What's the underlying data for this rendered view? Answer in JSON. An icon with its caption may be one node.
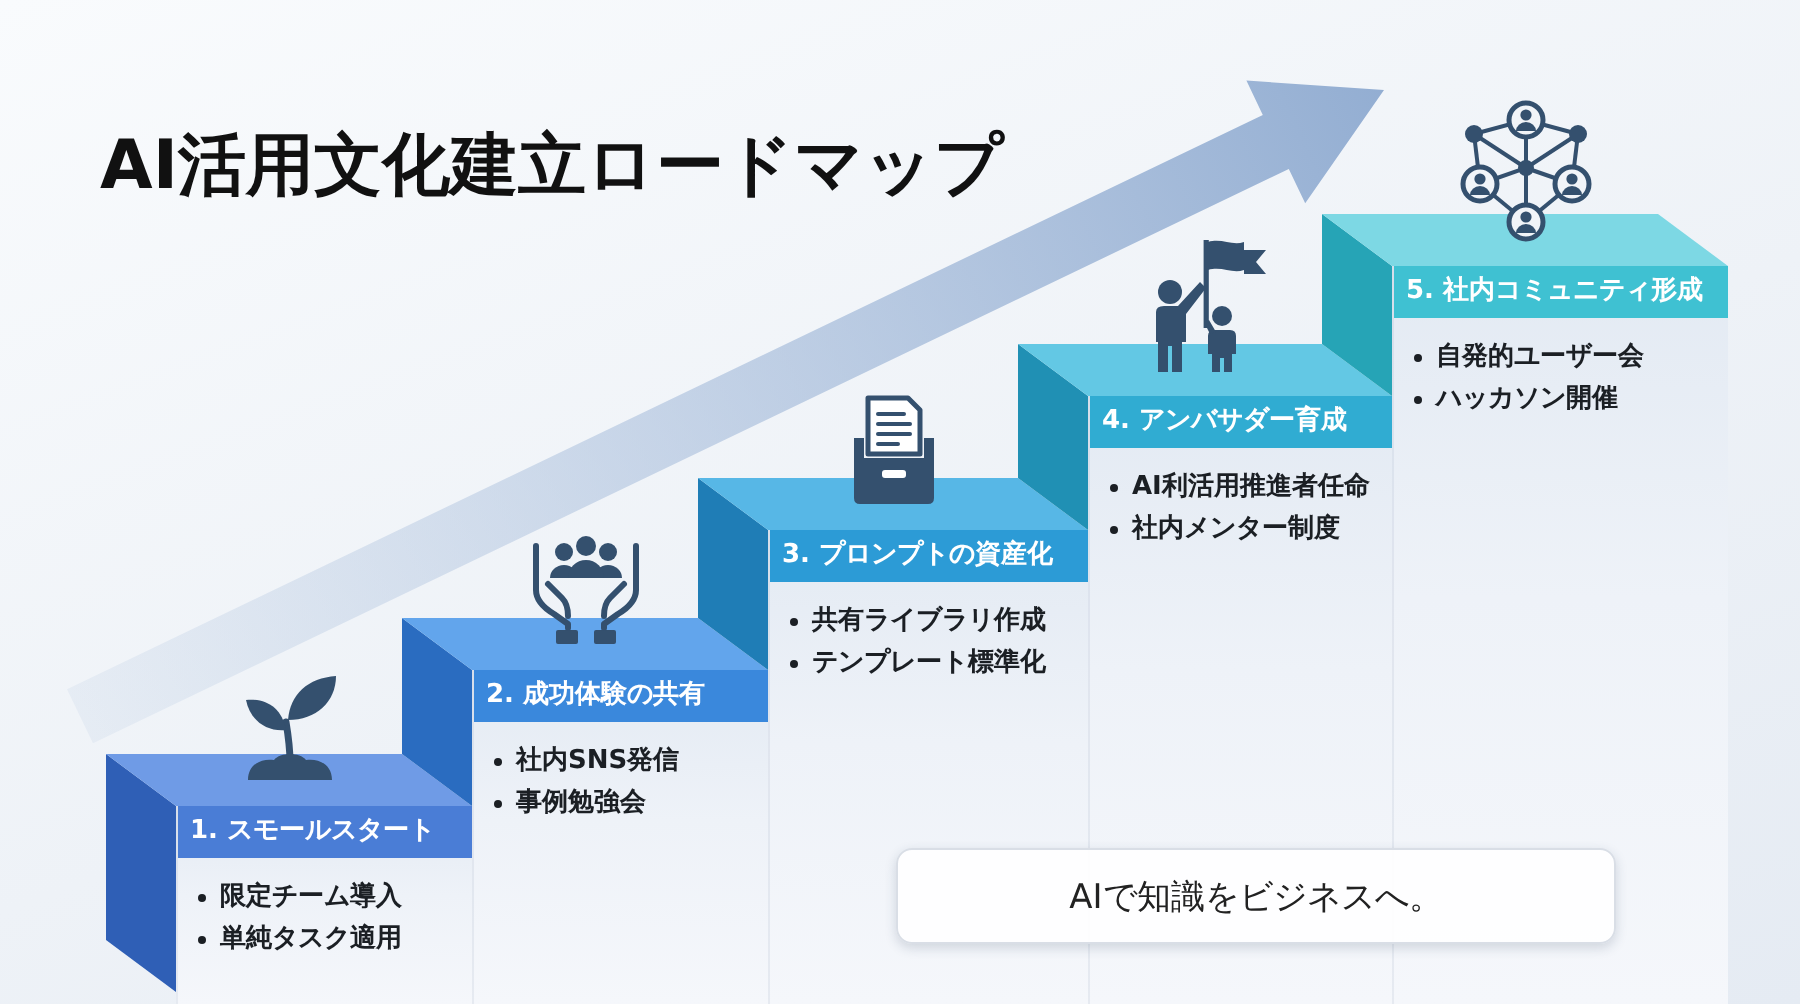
{
  "diagram": {
    "title": "AI活用文化建立ロードマップ",
    "nodes": [
      {
        "text": [
          "1. スモールスタート",
          "限定チーム導入",
          "単純タスク適用"
        ]
      },
      {
        "text": [
          "2. 成功体験の共有",
          "社内SNS発信",
          "事例勉強会"
        ]
      },
      {
        "text": [
          "3. プロンプトの資産化",
          "共有ライブラリ作成",
          "テンプレート標準化"
        ]
      },
      {
        "text": [
          "4. アンバサダー育成",
          "AI利活用推進者任命",
          "社内メンター制度"
        ]
      },
      {
        "text": [
          "5. 社内コミュニティ形成",
          "自発的ユーザー会",
          "ハッカソン開催"
        ]
      },
      {
        "text": [
          "AIで知識をビジネスへ。"
        ]
      }
    ]
  }
}
